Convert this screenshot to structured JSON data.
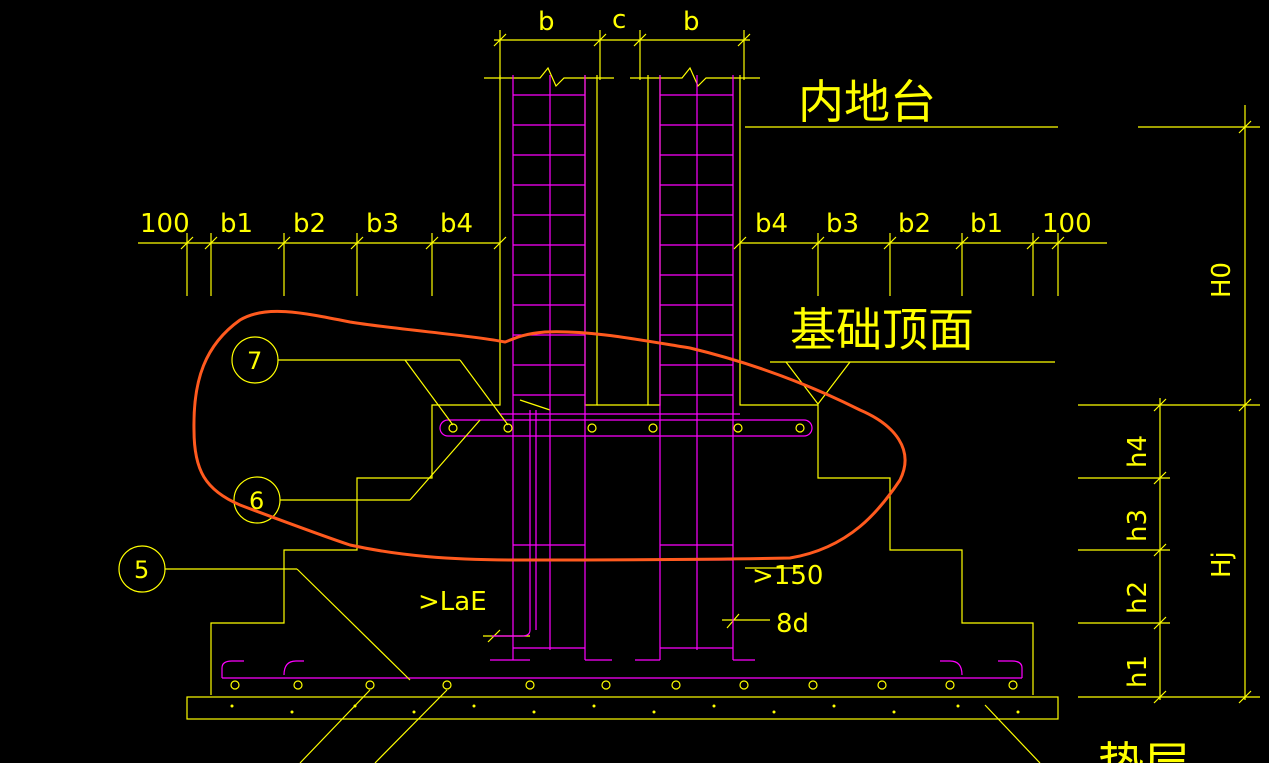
{
  "dimension_labels": {
    "top_b_left": "b",
    "top_c": "c",
    "top_b_right": "b",
    "left_100": "100",
    "left_b1": "b1",
    "left_b2": "b2",
    "left_b3": "b3",
    "left_b4": "b4",
    "right_b4": "b4",
    "right_b3": "b3",
    "right_b2": "b2",
    "right_b1": "b1",
    "right_100": "100",
    "h4": "h4",
    "h3": "h3",
    "h2": "h2",
    "h1": "h1",
    "H0": "H0",
    "Hj": "Hj"
  },
  "annotations": {
    "inner_floor": "内地台",
    "foundation_top": "基础顶面",
    "cushion": "垫层",
    "anchor_len": ">LaE",
    "min_150": ">150",
    "d8": "8d"
  },
  "callouts": {
    "c7": "7",
    "c6": "6",
    "c5": "5"
  },
  "colors": {
    "background": "#000000",
    "outline": "#ffff00",
    "rebar": "#ff00ff",
    "markup": "#ff5a1e"
  }
}
